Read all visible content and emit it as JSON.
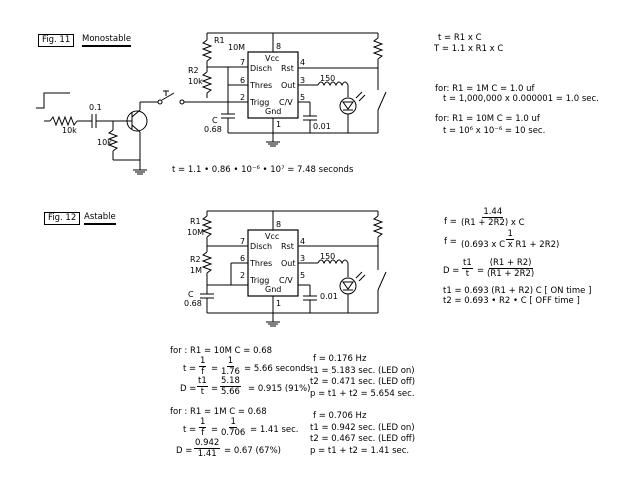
{
  "fig11": {
    "label": "Fig. 11",
    "title": "Monostable",
    "r1": "R1",
    "r1_val": "10M",
    "r2": "R2",
    "r2_val": "10k",
    "c": "C",
    "c_val": "0.68",
    "r_led": "150",
    "c_cv": "0.01",
    "c_in": "0.1",
    "r_in": "10k",
    "r_base": "10k",
    "chip": {
      "vcc": "Vcc",
      "disch": "Disch",
      "rst": "Rst",
      "thres": "Thres",
      "out": "Out",
      "trigg": "Trigg",
      "cv": "C/V",
      "gnd": "Gnd"
    },
    "pins": {
      "p8": "8",
      "p7": "7",
      "p4": "4",
      "p6": "6",
      "p3": "3",
      "p2": "2",
      "p5": "5",
      "p1": "1"
    },
    "eq_t": "t = R1 x C",
    "eq_T": "T = 1.1 x R1 x C",
    "ex1_line1": "for:  R1 = 1M   C = 1.0 uf",
    "ex1_line2": "t = 1,000,000 x 0.000001 = 1.0 sec.",
    "ex2_line1": "for:  R1 = 10M   C = 1.0 uf",
    "ex2_line2": "t = 10⁶ x 10⁻⁶ = 10 sec.",
    "calc": "t = 1.1 • 0.86 • 10⁻⁶ • 10⁷  =  7.48 seconds"
  },
  "fig12": {
    "label": "Fig. 12",
    "title": "Astable",
    "r1": "R1",
    "r1_val": "10M",
    "r2": "R2",
    "r2_val": "1M",
    "c": "C",
    "c_val": "0.68",
    "r_led": "150",
    "c_cv": "0.01",
    "chip": {
      "vcc": "Vcc",
      "disch": "Disch",
      "rst": "Rst",
      "thres": "Thres",
      "out": "Out",
      "trigg": "Trigg",
      "cv": "C/V",
      "gnd": "Gnd"
    },
    "pins": {
      "p8": "8",
      "p7": "7",
      "p4": "4",
      "p6": "6",
      "p3": "3",
      "p2": "2",
      "p5": "5",
      "p1": "1"
    },
    "f1_lhs": "f =",
    "f1_num": "1.44",
    "f1_den": "(R1 + 2R2) x C",
    "f2_lhs": "f =",
    "f2_num": "1",
    "f2_den": "(0.693 x C x R1 + 2R2)",
    "d_lhs": "D =",
    "d_num1": "t1",
    "d_den1": "t",
    "d_eq": "=",
    "d_num2": "(R1 + R2)",
    "d_den2": "(R1 + 2R2)",
    "t1_line": "t1 = 0.693 (R1 + R2) C    [ ON time ]",
    "t2_line": "t2 = 0.693 • R2 • C        [ OFF time ]",
    "ex1": {
      "for": "for :    R1 = 10M   C = 0.68",
      "t_lhs": "t =",
      "t_n1": "1",
      "t_d1": "f",
      "t_eq": "=",
      "t_n2": "1",
      "t_d2": "1.76",
      "t_res": "= 5.66 seconds",
      "d_lhs": "D =",
      "d_n1": "t1",
      "d_d1": "t",
      "d_eq": "=",
      "d_n2": "5.18",
      "d_d2": "5.66",
      "d_res": "= 0.915 (91%)",
      "f": "f  =  0.176 Hz",
      "t1": "t1 = 5.183 sec.   (LED on)",
      "t2": "t2 = 0.471 sec.   (LED off)",
      "p": "p  =  t1 + t2  =  5.654 sec."
    },
    "ex2": {
      "for": "for :    R1 = 1M      C = 0.68",
      "t_lhs": "t =",
      "t_n1": "1",
      "t_d1": "f",
      "t_eq": "=",
      "t_n2": "1",
      "t_d2": "0.706",
      "t_res": "=  1.41  sec.",
      "d_lhs": "D =",
      "d_n1": "0.942",
      "d_d1": "1.41",
      "d_res": "=  0.67 (67%)",
      "f": "f  =  0.706 Hz",
      "t1": "t1 = 0.942 sec.   (LED on)",
      "t2": "t2 = 0.467 sec.   (LED off)",
      "p": "p  =  t1 + t2  =  1.41 sec."
    }
  }
}
